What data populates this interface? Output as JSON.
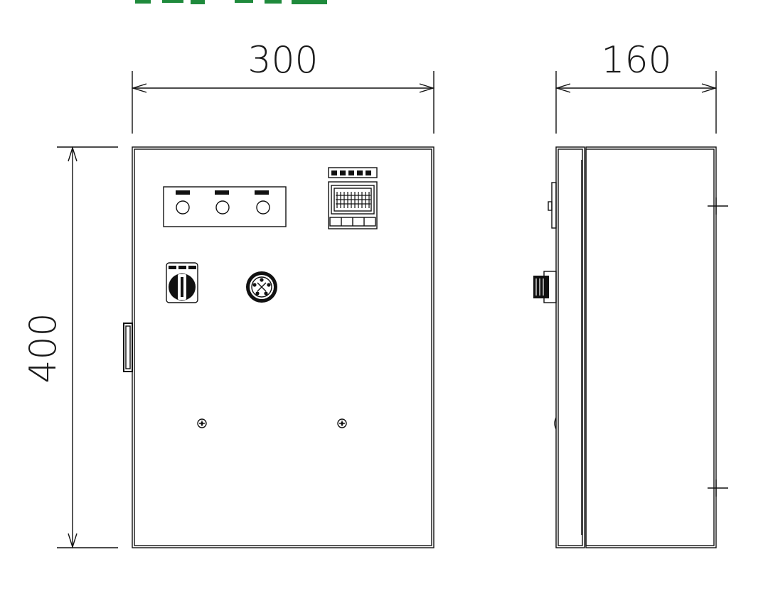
{
  "dimensions": {
    "front_width": "300",
    "side_depth": "160",
    "height": "400"
  },
  "colors": {
    "line": "#111111",
    "title_fragment": "#1f8a3c",
    "background": "#ffffff"
  },
  "icons": [
    "indicator-lamp-icon",
    "selector-switch-icon",
    "connector-socket-icon",
    "digital-controller-icon",
    "screw-icon",
    "door-handle-icon",
    "mounting-hole-mark-icon"
  ]
}
